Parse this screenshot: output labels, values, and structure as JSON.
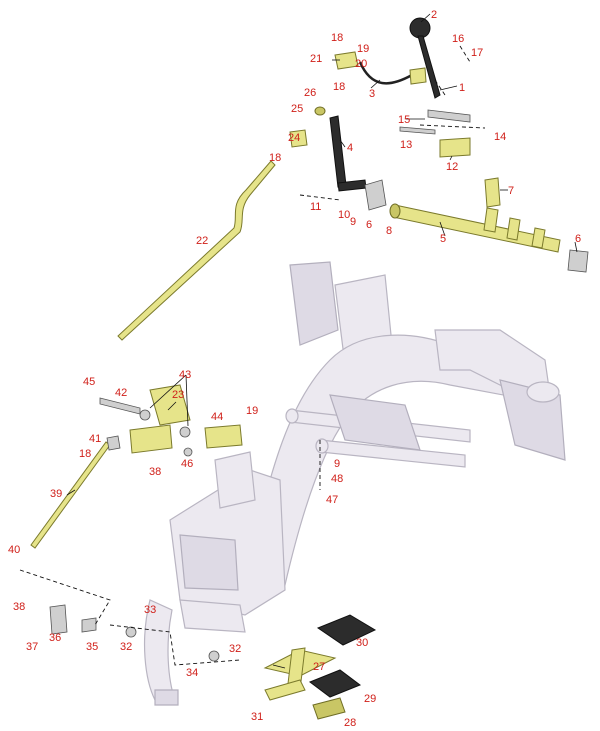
{
  "diagram": {
    "callouts": {
      "c1": "1",
      "c2": "2",
      "c3": "3",
      "c4": "4",
      "c5": "5",
      "c6a": "6",
      "c6b": "6",
      "c7": "7",
      "c8": "8",
      "c9a": "9",
      "c9b": "9",
      "c10": "10",
      "c11": "11",
      "c12": "12",
      "c13": "13",
      "c14": "14",
      "c15": "15",
      "c16": "16",
      "c17": "17",
      "c18a": "18",
      "c18b": "18",
      "c18c": "18",
      "c18d": "18",
      "c19a": "19",
      "c19b": "19",
      "c20": "20",
      "c21": "21",
      "c22": "22",
      "c23": "23",
      "c24": "24",
      "c25": "25",
      "c26": "26",
      "c27": "27",
      "c28": "28",
      "c29": "29",
      "c30": "30",
      "c31": "31",
      "c32a": "32",
      "c32b": "32",
      "c33": "33",
      "c34": "34",
      "c35": "35",
      "c36": "36",
      "c37": "37",
      "c38a": "38",
      "c38b": "38",
      "c39": "39",
      "c40": "40",
      "c41": "41",
      "c42": "42",
      "c43": "43",
      "c44": "44",
      "c45": "45",
      "c46": "46",
      "c47": "47",
      "c48": "48"
    },
    "colors": {
      "callout": "#d0201a",
      "part_fill": "#e6e48a",
      "frame_fill": "#ece9f0",
      "hardware_fill": "#cfcfcf"
    }
  }
}
